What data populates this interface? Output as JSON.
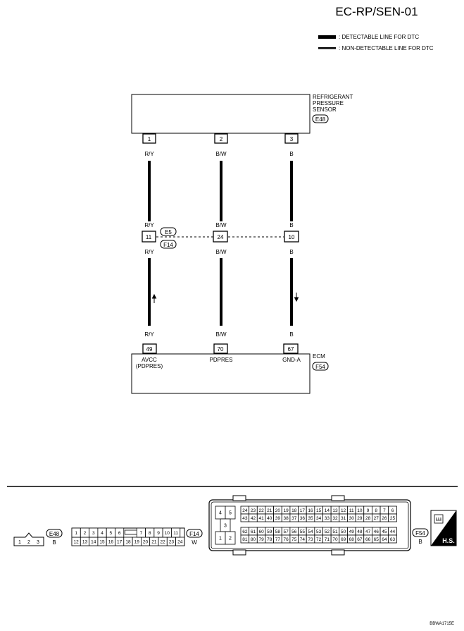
{
  "header": {
    "code": "EC-RP/SEN-01",
    "legend": [
      {
        "style": "thick",
        "label": ": DETECTABLE LINE FOR DTC"
      },
      {
        "style": "thin",
        "label": ": NON-DETECTABLE LINE FOR DTC"
      }
    ]
  },
  "sensor": {
    "name_lines": [
      "REFRIGERANT",
      "PRESSURE",
      "SENSOR"
    ],
    "connector": "E48",
    "pins": [
      "1",
      "2",
      "3"
    ]
  },
  "wires": [
    {
      "top_color": "R/Y",
      "mid_upper": "R/Y",
      "joint_pin": "11",
      "mid_lower": "R/Y",
      "bottom_color": "R/Y",
      "ecm_pin": "49",
      "ecm_label_lines": [
        "AVCC",
        "(PDPRES)"
      ],
      "arrow": "up"
    },
    {
      "top_color": "B/W",
      "mid_upper": "B/W",
      "joint_pin": "24",
      "mid_lower": "B/W",
      "bottom_color": "B/W",
      "ecm_pin": "70",
      "ecm_label_lines": [
        "PDPRES"
      ],
      "arrow": ""
    },
    {
      "top_color": "B",
      "mid_upper": "B",
      "joint_pin": "10",
      "mid_lower": "B",
      "bottom_color": "B",
      "ecm_pin": "67",
      "ecm_label_lines": [
        "GND-A"
      ],
      "arrow": "down"
    }
  ],
  "joint": {
    "upper_connector": "E5",
    "lower_connector": "F14"
  },
  "ecm": {
    "name": "ECM",
    "connector": "F54"
  },
  "connectors": {
    "e48": {
      "id": "E48",
      "color": "B",
      "pins": [
        "1",
        "2",
        "3"
      ]
    },
    "f14": {
      "id": "F14",
      "color": "W",
      "row1": [
        "1",
        "2",
        "3",
        "4",
        "5",
        "6",
        "",
        "7",
        "8",
        "9",
        "10",
        "11"
      ],
      "row2": [
        "12",
        "13",
        "14",
        "15",
        "16",
        "17",
        "18",
        "19",
        "20",
        "21",
        "22",
        "23",
        "24"
      ]
    },
    "f54": {
      "id": "F54",
      "color": "B",
      "left_pins": [
        "4",
        "5",
        "3",
        "1",
        "2"
      ],
      "row1": [
        "24",
        "23",
        "22",
        "21",
        "20",
        "19",
        "18",
        "17",
        "16",
        "15",
        "14",
        "13",
        "12",
        "11",
        "10",
        "9",
        "8",
        "7",
        "6"
      ],
      "row2": [
        "43",
        "42",
        "41",
        "40",
        "39",
        "38",
        "37",
        "36",
        "35",
        "34",
        "33",
        "32",
        "31",
        "30",
        "29",
        "28",
        "27",
        "26",
        "25"
      ],
      "row3": [
        "62",
        "61",
        "60",
        "59",
        "58",
        "57",
        "56",
        "55",
        "54",
        "53",
        "52",
        "51",
        "50",
        "49",
        "48",
        "47",
        "46",
        "45",
        "44"
      ],
      "row4": [
        "81",
        "80",
        "79",
        "78",
        "77",
        "76",
        "75",
        "74",
        "73",
        "72",
        "71",
        "70",
        "69",
        "68",
        "67",
        "66",
        "65",
        "64",
        "63"
      ]
    }
  },
  "hs_badge": "H.S.",
  "footer_code": "BBWA1715E"
}
